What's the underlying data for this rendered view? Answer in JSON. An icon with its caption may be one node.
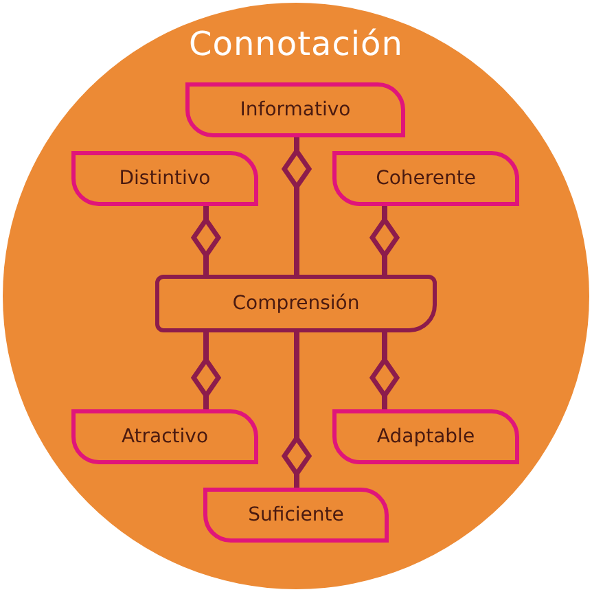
{
  "diagram": {
    "nodes": [
      {
        "text": [
          "Connotación"
        ]
      },
      {
        "text": [
          "Informativo"
        ],
        "in": 0
      },
      {
        "text": [
          "Distintivo"
        ],
        "in": 0
      },
      {
        "text": [
          "Coherente"
        ],
        "in": 0
      },
      {
        "text": [
          "Comprensión"
        ],
        "in": 0
      },
      {
        "text": [
          "Atractivo"
        ],
        "in": 0
      },
      {
        "text": [
          "Adaptable"
        ],
        "in": 0
      },
      {
        "text": [
          "Suficiente"
        ],
        "in": 0
      }
    ],
    "edges": [
      {
        "from": 4,
        "to": 2,
        "arrow": "other"
      },
      {
        "from": 4,
        "to": 1,
        "arrow": "other"
      },
      {
        "from": 4,
        "to": 3,
        "arrow": "other"
      },
      {
        "from": 4,
        "to": 5,
        "arrow": "other"
      },
      {
        "from": 4,
        "to": 7,
        "arrow": "other"
      },
      {
        "from": 4,
        "to": 6,
        "arrow": "other"
      }
    ]
  }
}
